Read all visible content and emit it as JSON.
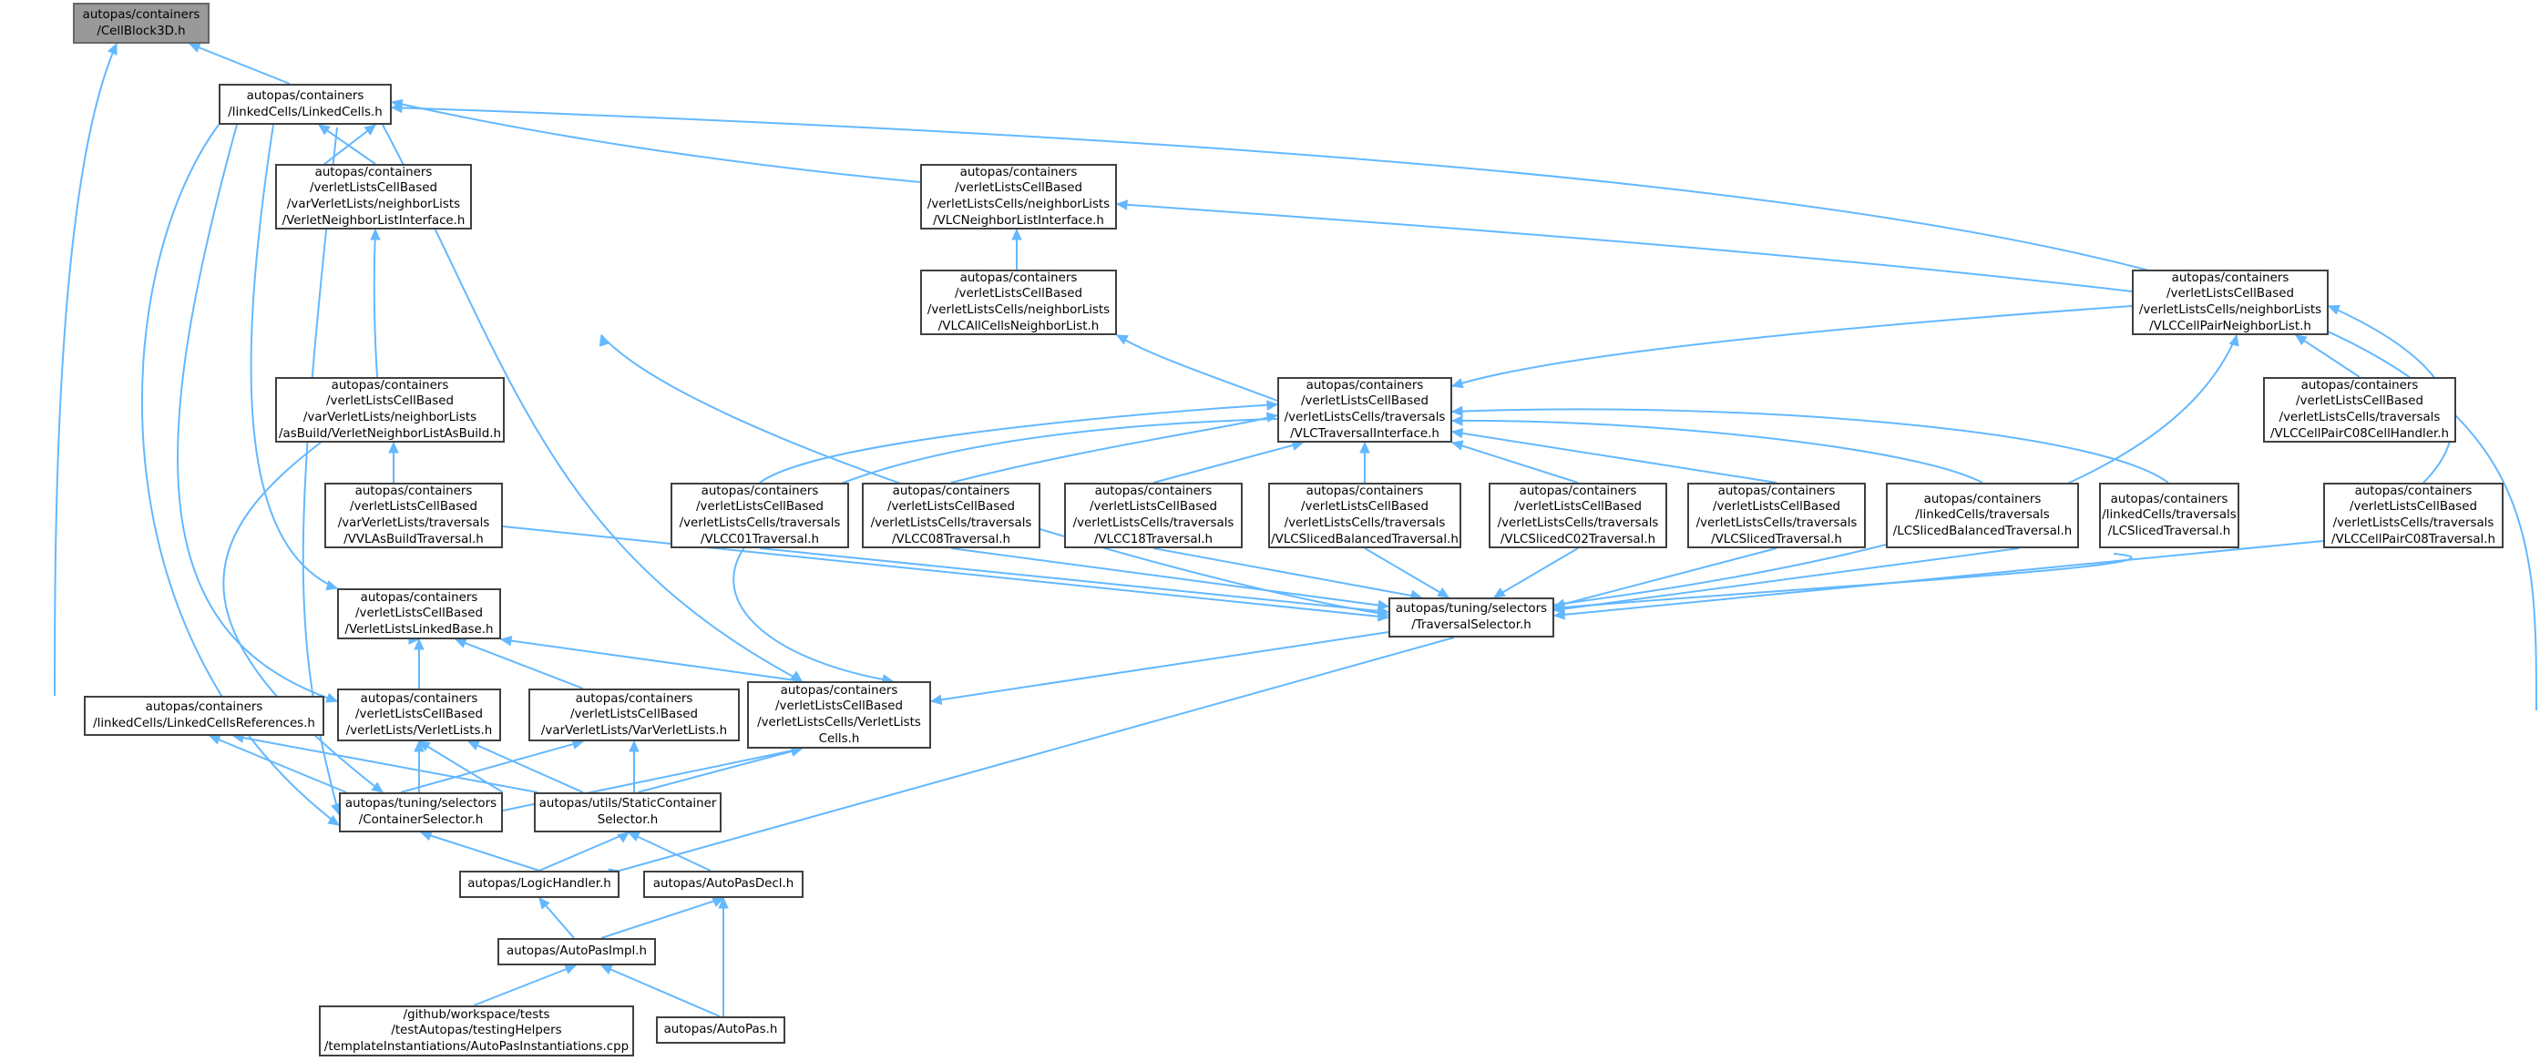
{
  "colors": {
    "edge": "#63b8ff",
    "node_border": "#404040",
    "root_fill": "#999999",
    "node_fill": "#ffffff"
  },
  "nodes": {
    "cellblock3d": "autopas/containers\n/CellBlock3D.h",
    "linkedcells": "autopas/containers\n/linkedCells/LinkedCells.h",
    "verletneighborlistinterface": "autopas/containers\n/verletListsCellBased\n/varVerletLists/neighborLists\n/VerletNeighborListInterface.h",
    "vlcneighborlistinterface": "autopas/containers\n/verletListsCellBased\n/verletListsCells/neighborLists\n/VLCNeighborListInterface.h",
    "vlcallcellsneighborlist": "autopas/containers\n/verletListsCellBased\n/verletListsCells/neighborLists\n/VLCAllCellsNeighborList.h",
    "vlccellpairneighborlist": "autopas/containers\n/verletListsCellBased\n/verletListsCells/neighborLists\n/VLCCellPairNeighborList.h",
    "verletneighborlistasbuild": "autopas/containers\n/verletListsCellBased\n/varVerletLists/neighborLists\n/asBuild/VerletNeighborListAsBuild.h",
    "vlctraversalinterface": "autopas/containers\n/verletListsCellBased\n/verletListsCells/traversals\n/VLCTraversalInterface.h",
    "vlccellpairc08cellhandler": "autopas/containers\n/verletListsCellBased\n/verletListsCells/traversals\n/VLCCellPairC08CellHandler.h",
    "vvlasbuildtraversal": "autopas/containers\n/verletListsCellBased\n/varVerletLists/traversals\n/VVLAsBuildTraversal.h",
    "vlcc01traversal": "autopas/containers\n/verletListsCellBased\n/verletListsCells/traversals\n/VLCC01Traversal.h",
    "vlcc08traversal": "autopas/containers\n/verletListsCellBased\n/verletListsCells/traversals\n/VLCC08Traversal.h",
    "vlcc18traversal": "autopas/containers\n/verletListsCellBased\n/verletListsCells/traversals\n/VLCC18Traversal.h",
    "vlcslicedbalancedtraversal": "autopas/containers\n/verletListsCellBased\n/verletListsCells/traversals\n/VLCSlicedBalancedTraversal.h",
    "vlcslicedc02traversal": "autopas/containers\n/verletListsCellBased\n/verletListsCells/traversals\n/VLCSlicedC02Traversal.h",
    "vlcslicedtraversal": "autopas/containers\n/verletListsCellBased\n/verletListsCells/traversals\n/VLCSlicedTraversal.h",
    "lcslicedbalancedtraversal": "autopas/containers\n/linkedCells/traversals\n/LCSlicedBalancedTraversal.h",
    "lcslicedtraversal": "autopas/containers\n/linkedCells/traversals\n/LCSlicedTraversal.h",
    "vlccellpairc08traversal": "autopas/containers\n/verletListsCellBased\n/verletListsCells/traversals\n/VLCCellPairC08Traversal.h",
    "verletlistslinkedbase": "autopas/containers\n/verletListsCellBased\n/VerletListsLinkedBase.h",
    "traversalselector": "autopas/tuning/selectors\n/TraversalSelector.h",
    "linkedcellsreferences": "autopas/containers\n/linkedCells/LinkedCellsReferences.h",
    "verletlists": "autopas/containers\n/verletListsCellBased\n/verletLists/VerletLists.h",
    "varverletlists": "autopas/containers\n/verletListsCellBased\n/varVerletLists/VarVerletLists.h",
    "verletlistscells": "autopas/containers\n/verletListsCellBased\n/verletListsCells/VerletLists\nCells.h",
    "containerselector": "autopas/tuning/selectors\n/ContainerSelector.h",
    "staticcontainerselector": "autopas/utils/StaticContainer\nSelector.h",
    "logichandler": "autopas/LogicHandler.h",
    "autopasdecl": "autopas/AutoPasDecl.h",
    "autopasimpl": "autopas/AutoPasImpl.h",
    "autopasinstantiations": "/github/workspace/tests\n/testAutopas/testingHelpers\n/templateInstantiations/AutoPasInstantiations.cpp",
    "autopas": "autopas/AutoPas.h"
  }
}
